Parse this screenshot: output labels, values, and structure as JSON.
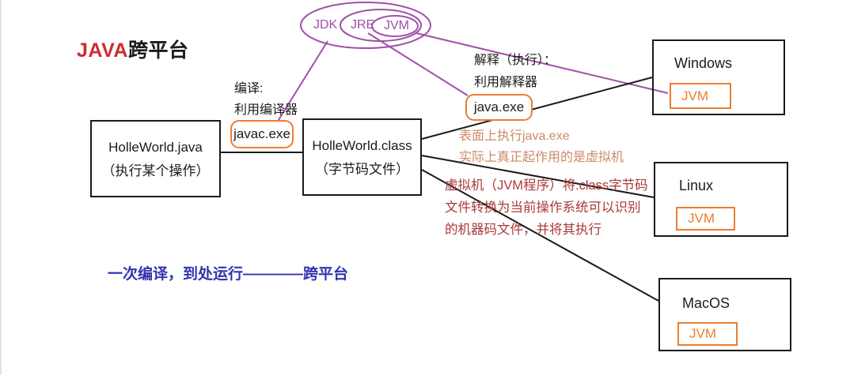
{
  "title": {
    "highlight": "JAVA",
    "rest": "跨平台"
  },
  "jdk_diagram": {
    "jdk": "JDK",
    "jre": "JRE",
    "jvm": "JVM"
  },
  "compile": {
    "line1": "编译:",
    "line2": "利用编译器",
    "tool": "javac.exe"
  },
  "interpret": {
    "line1": "解释（执行）：",
    "line2": "利用解释器",
    "tool": "java.exe"
  },
  "source_box": {
    "name": "HolleWorld.java",
    "desc": "（执行某个操作）"
  },
  "bytecode_box": {
    "name": "HolleWorld.class",
    "desc": "（字节码文件）"
  },
  "surface_note": {
    "line1": "表面上执行java.exe",
    "line2": "实际上真正起作用的是虚拟机"
  },
  "jvm_note": {
    "line1": "虚拟机（JVM程序）将.class字节码",
    "line2": "文件转换为当前操作系统可以识别",
    "line3": "的机器码文件，并将其执行"
  },
  "slogan": "一次编译，到处运行————跨平台",
  "platforms": [
    {
      "name": "Windows",
      "runtime": "JVM"
    },
    {
      "name": "Linux",
      "runtime": "JVM"
    },
    {
      "name": "MacOS",
      "runtime": "JVM"
    }
  ],
  "colors": {
    "title_red": "#cf2b2f",
    "accent_purple": "#a050a8",
    "accent_orange": "#ed7d31",
    "note_salmon": "#cd8968",
    "note_brick": "#a93a3a",
    "slogan_blue": "#3333b0",
    "line_black": "#1a1a1a"
  }
}
